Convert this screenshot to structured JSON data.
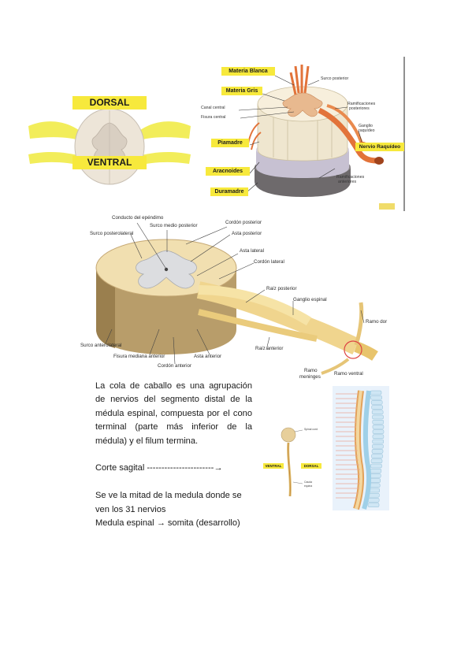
{
  "figure1": {
    "dorsal": "DORSAL",
    "ventral": "VENTRAL"
  },
  "figure2": {
    "materia_blanca": "Materia Blanca",
    "materia_gris": "Materia Gris",
    "canal_central": "Canal central",
    "fisura_central": "Fisura central",
    "piamadre": "Piamadre",
    "aracnoides": "Aracnoides",
    "duramadre": "Duramadre",
    "surco_posterior": "Surco posterior",
    "ramif_posteriores_1": "Ramificaciones",
    "ramif_posteriores_2": "posteriores",
    "ganglio_raquideo_1": "Ganglio",
    "ganglio_raquideo_2": "raquídeo",
    "nervio_raquideo": "Nervio Raquídeo",
    "ramif_anteriores_1": "Ramificaciones",
    "ramif_anteriores_2": "anteriores"
  },
  "figure3": {
    "conducto_ependimo": "Conducto del epéndimo",
    "surco_medio_posterior": "Surco medio posterior",
    "cordon_posterior": "Cordón posterior",
    "surco_posterolateral": "Surco posterolateral",
    "asta_posterior": "Asta posterior",
    "asta_lateral": "Asta lateral",
    "cordon_lateral": "Cordón lateral",
    "raiz_posterior": "Raíz posterior",
    "ganglio_espinal": "Ganglio espinal",
    "ramo_dor": "Ramo dor",
    "surco_anterolateral": "Surco anterolateral",
    "fisura_mediana_anterior": "Fisura mediana anterior",
    "asta_anterior": "Asta anterior",
    "cordon_anterior": "Cordón anterior",
    "raiz_anterior": "Raíz anterior",
    "ramo_meninges_1": "Ramo",
    "ramo_meninges_2": "meninges",
    "ramo_ventral": "Ramo ventral"
  },
  "figure4": {
    "ventral": "VENTRAL",
    "dorsal": "DORSAL",
    "spinal_cord": "Spinal cord",
    "cauda_1": "Cauda",
    "cauda_2": "equina"
  },
  "text": {
    "para1": "La cola de caballo es una agrupación de nervios del segmento distal de la médula espinal, compuesta por el cono terminal (parte más inferior de la médula) y el filum termina.",
    "para2": "Corte sagital -----------------------→",
    "para3": "Se ve la mitad de la medula donde se ven los 31 nervios",
    "para4": "Medula espinal → somita (desarrollo)"
  }
}
